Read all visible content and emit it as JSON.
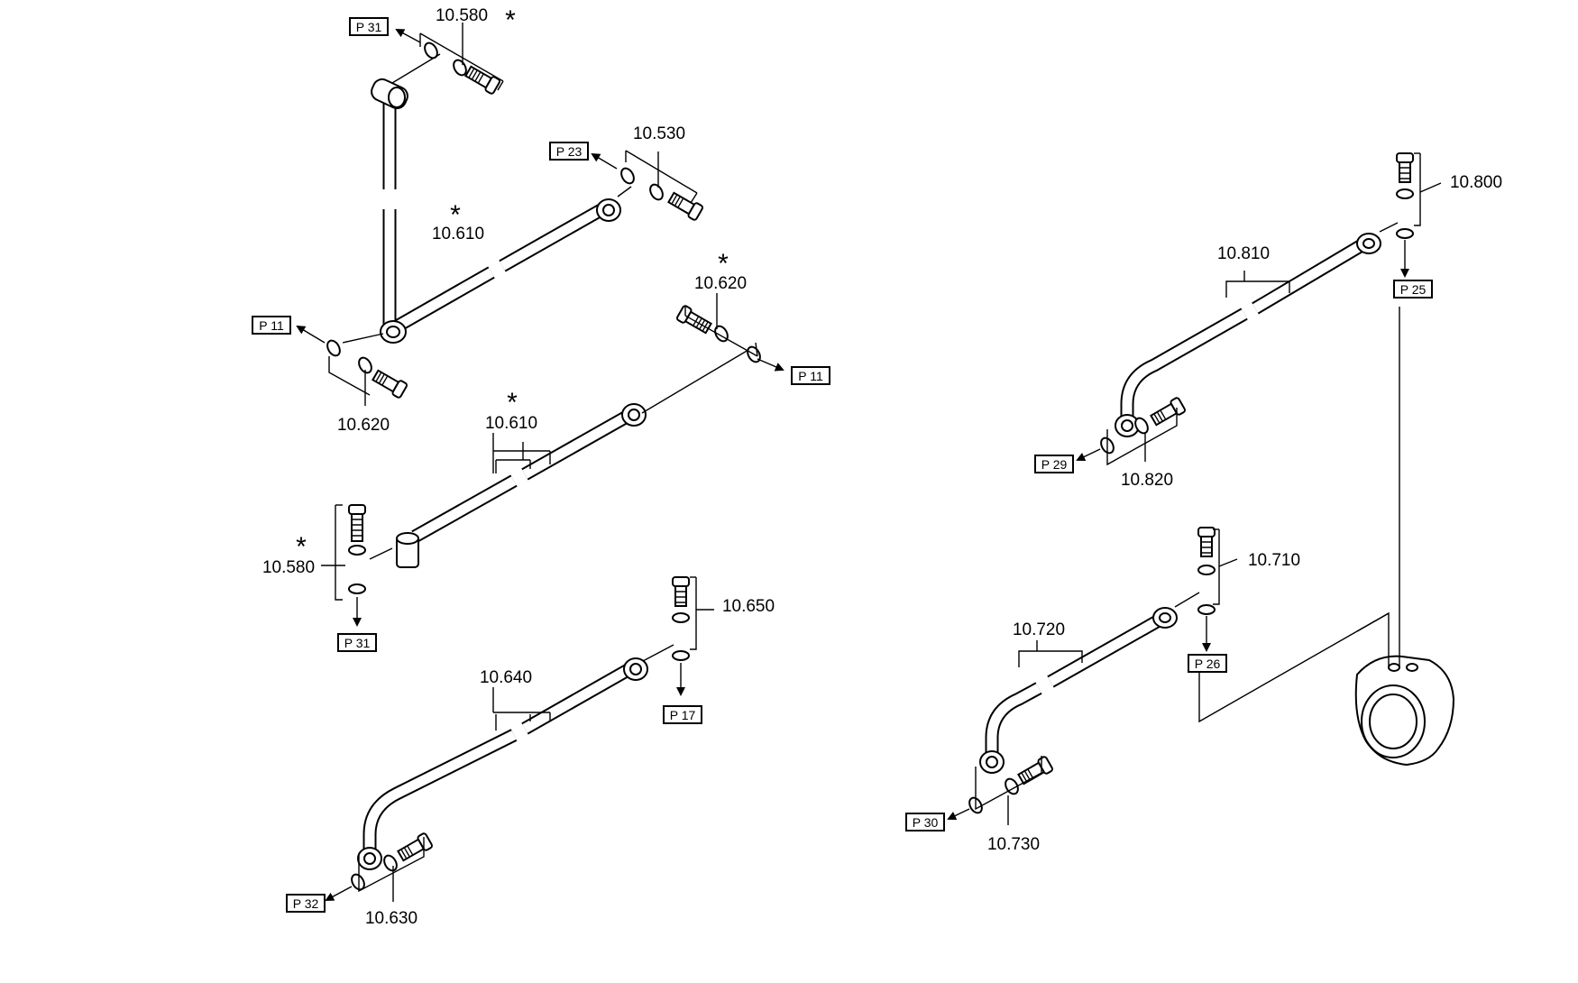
{
  "callouts": [
    {
      "id": "c1",
      "text": "10.580"
    },
    {
      "id": "c2",
      "text": "10.530"
    },
    {
      "id": "c3",
      "text": "10.610"
    },
    {
      "id": "c4",
      "text": "10.620"
    },
    {
      "id": "c5",
      "text": "10.620"
    },
    {
      "id": "c6",
      "text": "10.610"
    },
    {
      "id": "c7",
      "text": "10.580"
    },
    {
      "id": "c8",
      "text": "10.650"
    },
    {
      "id": "c9",
      "text": "10.640"
    },
    {
      "id": "c10",
      "text": "10.630"
    },
    {
      "id": "c11",
      "text": "10.800"
    },
    {
      "id": "c12",
      "text": "10.810"
    },
    {
      "id": "c13",
      "text": "10.820"
    },
    {
      "id": "c14",
      "text": "10.710"
    },
    {
      "id": "c15",
      "text": "10.720"
    },
    {
      "id": "c16",
      "text": "10.730"
    }
  ],
  "page_refs": [
    {
      "id": "r1",
      "text": "P 31"
    },
    {
      "id": "r2",
      "text": "P 23"
    },
    {
      "id": "r3",
      "text": "P 11"
    },
    {
      "id": "r4",
      "text": "P 11"
    },
    {
      "id": "r5",
      "text": "P 31"
    },
    {
      "id": "r6",
      "text": "P 17"
    },
    {
      "id": "r7",
      "text": "P 32"
    },
    {
      "id": "r8",
      "text": "P 25"
    },
    {
      "id": "r9",
      "text": "P 29"
    },
    {
      "id": "r10",
      "text": "P 26"
    },
    {
      "id": "r11",
      "text": "P 30"
    }
  ],
  "marker": "*"
}
